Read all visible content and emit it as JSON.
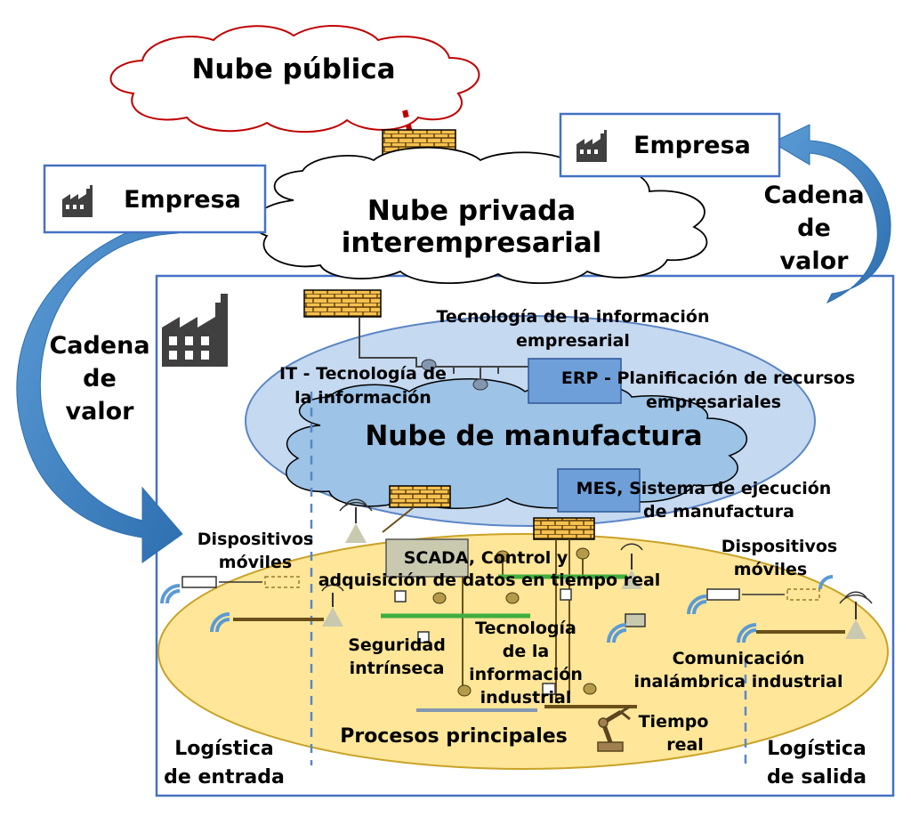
{
  "clouds": {
    "public": "Nube pública",
    "private_line1": "Nube privada",
    "private_line2": "interempresarial",
    "manufacturing": "Nube de manufactura"
  },
  "enterprise_left": {
    "label": "Empresa",
    "icon": "factory-icon"
  },
  "enterprise_right": {
    "label": "Empresa",
    "icon": "factory-icon"
  },
  "value_chain_left": [
    "Cadena",
    "de",
    "valor"
  ],
  "value_chain_right": [
    "Cadena",
    "de",
    "valor"
  ],
  "labels": {
    "enterprise_it": [
      "Tecnología de la información",
      "empresarial"
    ],
    "it": [
      "IT - Tecnología de",
      "la información"
    ],
    "erp_label": "ERP",
    "erp": [
      "ERP - Planificación de recursos",
      "empresariales"
    ],
    "mes_label": "MES",
    "mes": [
      "MES, Sistema de ejecución",
      "de manufactura"
    ],
    "scada": [
      "SCADA, Control y",
      "adquisición de datos en tiempo real"
    ],
    "mobile_left": [
      "Dispositivos",
      "móviles"
    ],
    "mobile_right": [
      "Dispositivos",
      "móviles"
    ],
    "safety": [
      "Seguridad",
      "intrínseca"
    ],
    "iit": [
      "Tecnología",
      "de la",
      "información",
      "industrial"
    ],
    "wireless": [
      "Comunicación",
      "inalámbrica industrial"
    ],
    "realtime": [
      "Tiempo",
      "real"
    ],
    "main_processes": "Procesos principales",
    "inbound": [
      "Logística",
      "de entrada"
    ],
    "outbound": [
      "Logística",
      "de salida"
    ]
  },
  "colors": {
    "public_cloud_stroke": "#c00000",
    "private_cloud_fill": "#ffffff",
    "manufacturing_cloud_fill": "#9dc3e6",
    "it_ellipse_fill": "#bdd7ee",
    "plant_ellipse_fill": "#ffe699",
    "firewall_fill": "#f4b942",
    "frame_stroke": "#4472c4",
    "arrow_fill": "#5b9bd5",
    "bus_green": "#3fae3f"
  }
}
